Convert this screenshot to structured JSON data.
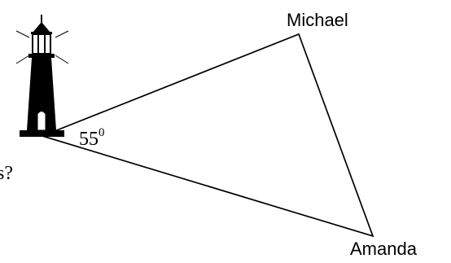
{
  "diagram": {
    "vertices": {
      "michael": {
        "label": "Michael"
      },
      "amanda": {
        "label": "Amanda"
      }
    },
    "angle": {
      "value": "55",
      "superscript": "0"
    },
    "partial_text": "s?",
    "colors": {
      "stroke": "#000000",
      "background": "#ffffff"
    },
    "icon": "lighthouse-icon"
  }
}
